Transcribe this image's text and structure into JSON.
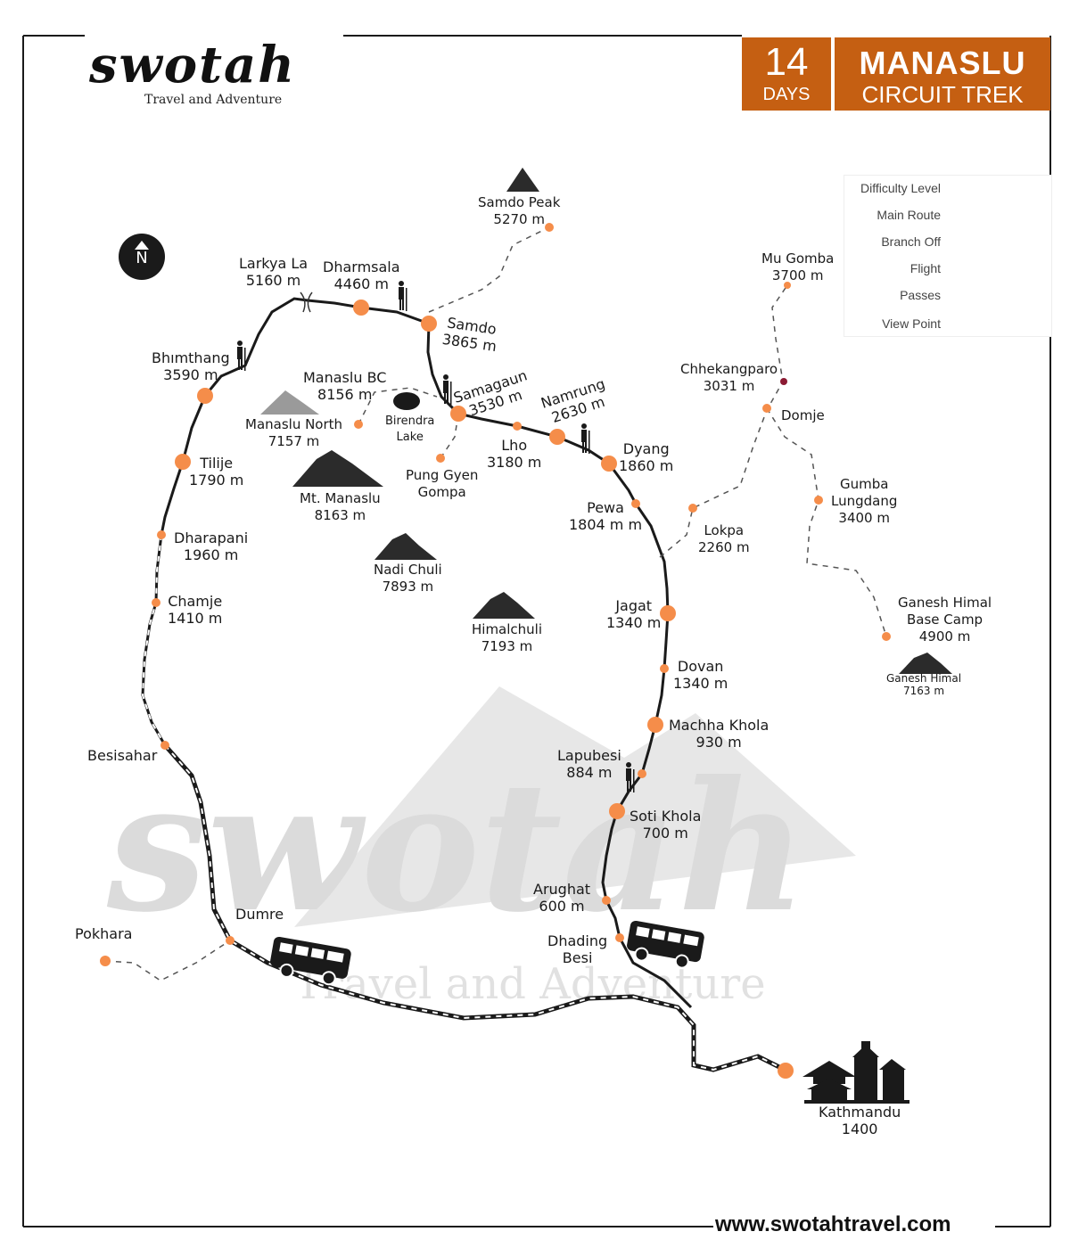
{
  "brand": {
    "name": "swotah",
    "tagline": "Travel and Adventure",
    "website": "www.swotahtravel.com"
  },
  "badge": {
    "days_number": "14",
    "days_label": "DAYS",
    "title_line1": "MANASLU",
    "title_line2": "CIRCUIT TREK",
    "color": "#c55f12"
  },
  "legend": {
    "difficulty": "Difficulty Level",
    "difficulty_fraction": 0.6,
    "difficulty_color": "#9b1c31",
    "main_route": "Main Route",
    "branch_off": "Branch Off",
    "flight": "Flight",
    "passes": "Passes",
    "view_point": "View Point"
  },
  "compass": {
    "label": "N"
  },
  "places": {
    "samdo_peak": "Samdo Peak\n5270 m",
    "larkya_la": "Larkya La\n5160 m",
    "dharmsala": "Dharmsala\n4460 m",
    "samdo": "Samdo\n3865 m",
    "bhimthang": "Bhımthang\n3590 m",
    "manaslu_bc": "Manaslu BC\n8156 m",
    "manaslu_north": "Manaslu North\n7157 m",
    "birendra_lake": "Birendra\nLake",
    "samagaun": "Samagaun\n3530 m",
    "namrung": "Namrung\n2630 m",
    "lho": "Lho\n3180 m",
    "pung_gyen": "Pung Gyen\nGompa",
    "mt_manaslu": "Mt. Manaslu\n8163 m",
    "tilije": "Tilije\n1790 m",
    "dharapani": "Dharapani\n1960 m",
    "chamje": "Chamje\n1410 m",
    "nadi_chuli": "Nadi Chuli\n7893 m",
    "himalchuli": "Himalchuli\n7193 m",
    "dyang": "Dyang\n1860 m",
    "pewa": "Pewa\n1804 m m",
    "jagat": "Jagat\n1340 m",
    "dovan": "Dovan\n1340 m",
    "machha_khola": "Machha Khola\n930 m",
    "lapubesi": "Lapubesi\n884 m",
    "soti_khola": "Soti Khola\n700 m",
    "arughat": "Arughat\n600 m",
    "dhading_besi": "Dhading\nBesi",
    "besisahar": "Besisahar",
    "dumre": "Dumre",
    "pokhara": "Pokhara",
    "kathmandu": "Kathmandu\n1400",
    "mu_gomba": "Mu Gomba\n3700 m",
    "chhekangparo": "Chhekangparo\n3031 m",
    "domje": "Domje",
    "lokpa": "Lokpa\n2260 m",
    "gumba_lungdang": "Gumba\nLungdang\n3400 m",
    "ganesh_bc": "Ganesh Himal\nBase Camp\n4900 m",
    "ganesh_himal": "Ganesh Himal\n7163 m"
  },
  "colors": {
    "stop": "#f58d4a",
    "route": "#1a1a1a",
    "viewpoint_dot": "#8b1a33"
  }
}
